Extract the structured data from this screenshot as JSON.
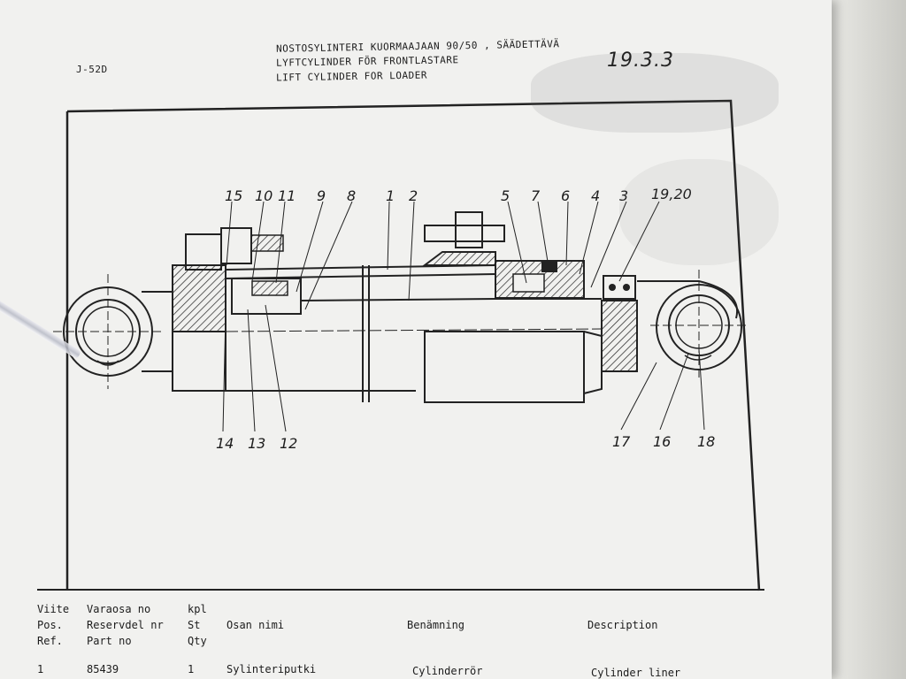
{
  "header": {
    "doc_code": "J-52D",
    "title_fi": "NOSTOSYLINTERI KUORMAAJAAN 90/50 , SÄÄDETTÄVÄ",
    "title_sv": "LYFTCYLINDER FÖR FRONTLASTARE",
    "title_en": "LIFT CYLINDER FOR LOADER",
    "page_number": "19.3.3"
  },
  "callouts": {
    "top": [
      "15",
      "10",
      "11",
      "9",
      "8",
      "1",
      "2",
      "5",
      "7",
      "6",
      "4",
      "3",
      "19,20"
    ],
    "bottom": [
      "14",
      "13",
      "12",
      "17",
      "16",
      "18"
    ]
  },
  "parts_table": {
    "columns": {
      "ref": [
        "Viite",
        "Pos.",
        "Ref."
      ],
      "part_no": [
        "Varaosa no",
        "Reservdel nr",
        "Part no"
      ],
      "qty": [
        "kpl",
        "St",
        "Qty"
      ],
      "name_fi": "Osan nimi",
      "name_sv": "Benämning",
      "description": "Description"
    },
    "rows": [
      {
        "ref": "1",
        "part_no": "85439",
        "qty": "1",
        "name_fi": "Sylinteriputki",
        "name_sv": "Cylinderrör",
        "description": "Cylinder liner"
      }
    ]
  },
  "colors": {
    "paper": "#f1f1ef",
    "ink": "#1c1c1c"
  }
}
